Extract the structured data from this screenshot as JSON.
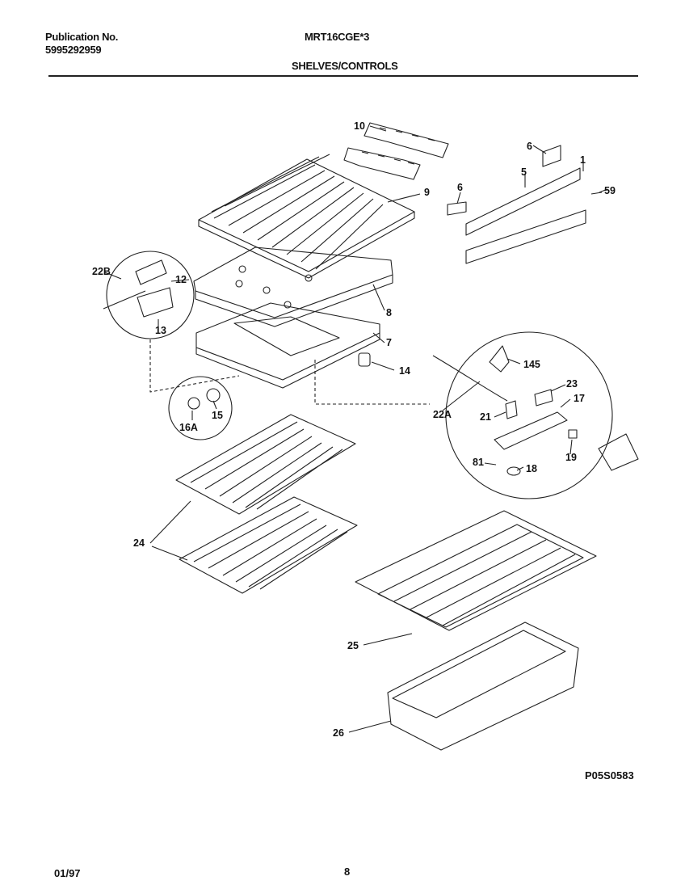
{
  "header": {
    "publication_label": "Publication No.",
    "publication_number": "5995292959",
    "model": "MRT16CGE*3",
    "section_title": "SHELVES/CONTROLS"
  },
  "figure_code": "P05S0583",
  "footer": {
    "date": "01/97",
    "page": "8"
  },
  "callouts": {
    "c10": "10",
    "c6a": "6",
    "c6b": "6",
    "c5": "5",
    "c1": "1",
    "c59": "59",
    "c9": "9",
    "c22B": "22B",
    "c12": "12",
    "c13": "13",
    "c8": "8",
    "c7": "7",
    "c14": "14",
    "c145": "145",
    "c23": "23",
    "c17": "17",
    "c22A": "22A",
    "c21": "21",
    "c16A": "16A",
    "c15": "15",
    "c81": "81",
    "c18": "18",
    "c19": "19",
    "c24": "24",
    "c25": "25",
    "c26": "26"
  }
}
